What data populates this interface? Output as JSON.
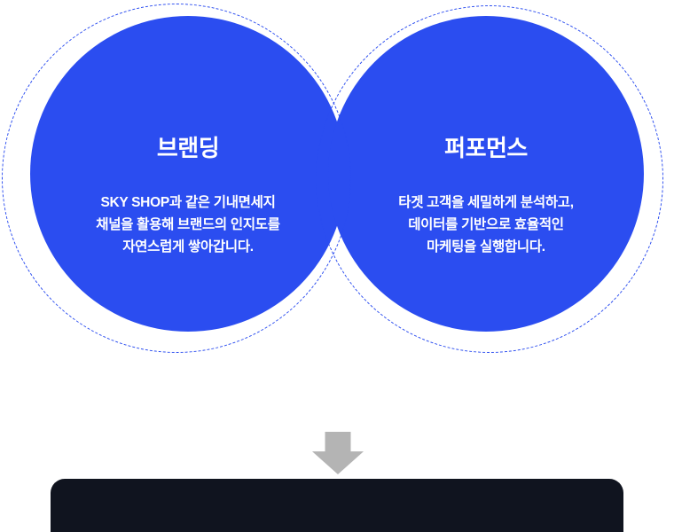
{
  "venn": {
    "left": {
      "title": "브랜딩",
      "body": "SKY SHOP과 같은 기내면세지\n채널을 활용해 브랜드의 인지도를\n자연스럽게 쌓아갑니다."
    },
    "right": {
      "title": "퍼포먼스",
      "body": "타겟 고객을 세밀하게 분석하고,\n데이터를 기반으로 효율적인\n마케팅을 실행합니다."
    }
  },
  "colors": {
    "circle_fill": "#2B4DF0",
    "dashed_ring": "#2B4DF0",
    "text": "#FFFFFF",
    "arrow": "#B4B4B4",
    "dark_panel": "#10141F"
  },
  "icons": {
    "down_arrow": "down-arrow-icon"
  }
}
